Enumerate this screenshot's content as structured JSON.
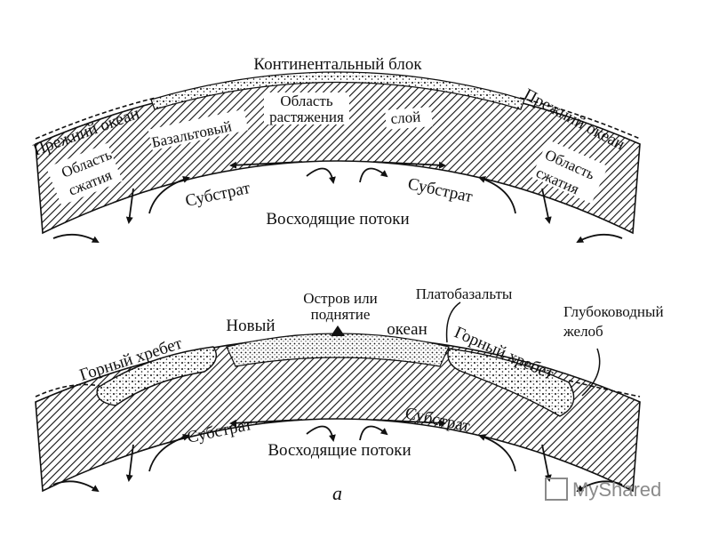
{
  "diagram_top": {
    "continental_block": "Континентальный блок",
    "former_ocean_left": "Прежний океан",
    "former_ocean_right": "Прежний океан",
    "compression_left_1": "Область",
    "compression_left_2": "сжатия",
    "basalt": "Базальтовый",
    "stretch_1": "Область",
    "stretch_2": "растяжения",
    "layer": "слой",
    "compression_right_1": "Область",
    "compression_right_2": "сжатия",
    "substrate_left": "Субстрат",
    "substrate_right": "Субстрат",
    "upflows": "Восходящие потоки"
  },
  "diagram_bottom": {
    "mountain_left": "Горный хребет",
    "new": "Новый",
    "island_1": "Остров или",
    "island_2": "поднятие",
    "ocean": "океан",
    "plateau_basalts": "Платобазальты",
    "trench_1": "Глубоководный",
    "trench_2": "желоб",
    "mountain_right": "Горный хребет",
    "substrate_left": "Субстрат",
    "substrate_right": "Субстрат",
    "upflows": "Восходящие потоки",
    "caption": "а"
  },
  "watermark": "MyShared",
  "colors": {
    "ink": "#111111",
    "paper": "#ffffff",
    "watermark": "#8a8a8a"
  }
}
